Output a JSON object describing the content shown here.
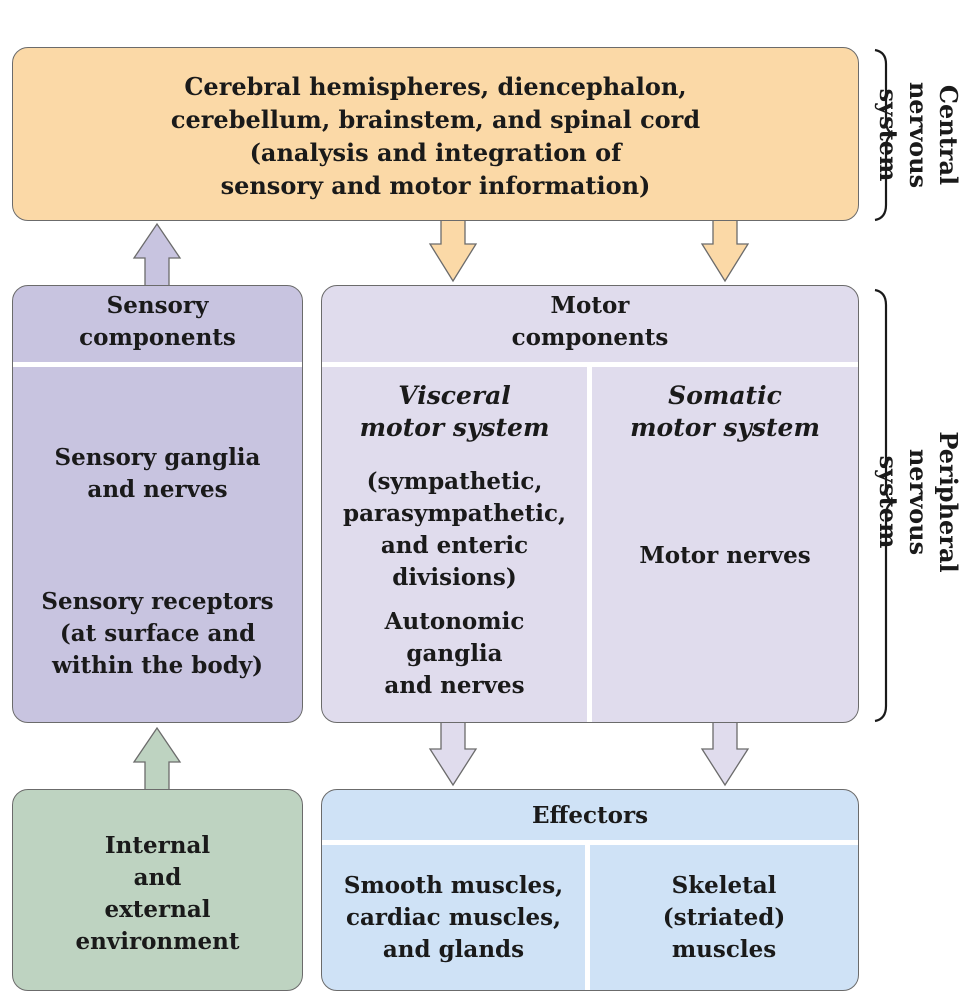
{
  "colors": {
    "cns": "#fbd9a7",
    "sensory": "#c8c4e0",
    "motor": "#e0dced",
    "environment": "#bed3c1",
    "effectors": "#cfe2f6",
    "border": "#6b6b6b"
  },
  "cns": {
    "text": "Cerebral hemispheres, diencephalon,\ncerebellum, brainstem, and spinal cord\n(analysis and integration of\nsensory and motor information)"
  },
  "sensory": {
    "header": "Sensory\ncomponents",
    "ganglia": "Sensory ganglia\nand nerves",
    "receptors": "Sensory receptors\n(at surface and\nwithin the body)"
  },
  "motor": {
    "header": "Motor\ncomponents",
    "visceral": {
      "title": "Visceral\nmotor system",
      "divisions": "(sympathetic,\nparasympathetic,\nand enteric\ndivisions)",
      "ganglia": "Autonomic\nganglia\nand nerves"
    },
    "somatic": {
      "title": "Somatic\nmotor system",
      "nerves": "Motor nerves"
    }
  },
  "environment": {
    "text": "Internal\nand\nexternal\nenvironment"
  },
  "effectors": {
    "header": "Effectors",
    "visceral": "Smooth muscles,\ncardiac muscles,\nand glands",
    "somatic": "Skeletal\n(striated)\nmuscles"
  },
  "side_labels": {
    "central": "Central\nnervous system",
    "peripheral": "Peripheral\nnervous system"
  }
}
